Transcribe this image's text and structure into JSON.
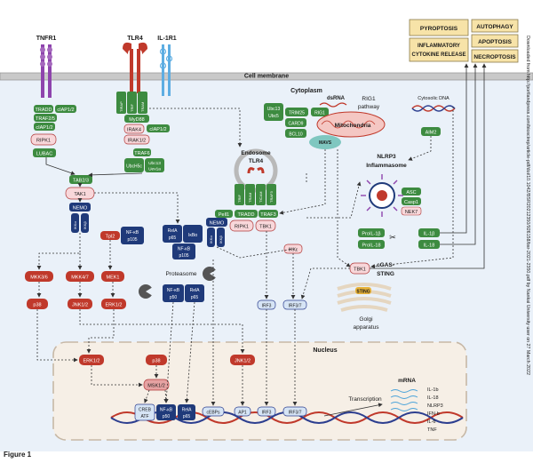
{
  "receptors": {
    "tnfr1": "TNFR1",
    "tlr4": "TLR4",
    "il1r1": "IL-1R1"
  },
  "outcomes": {
    "pyroptosis": "PYROPTOSIS",
    "inflammatory_1": "INFLAMMATORY",
    "inflammatory_2": "CYTOKINE RELEASE",
    "autophagy": "AUTOPHAGY",
    "apoptosis": "APOPTOSIS",
    "necroptosis": "NECROPTOSIS"
  },
  "labels": {
    "cell_membrane": "Cell membrane",
    "cytoplasm": "Cytoplasm",
    "nucleus": "Nucleus",
    "proteasome": "Proteasome",
    "endosome": "Endosome",
    "dsrna": "dsRNA",
    "rig1_pathway_1": "RIG1",
    "rig1_pathway_2": "pathway",
    "mitochondria": "Mitochondria",
    "cytosolic_dna": "Cytosolic DNA",
    "nlrp3_1": "NLRP3",
    "nlrp3_2": "Inflammasome",
    "cgas_1": "cGAS-",
    "cgas_2": "STING",
    "golgi_1": "Golgi",
    "golgi_2": "apparatus",
    "transcription": "Transcription",
    "mrna": "mRNA",
    "figure": "Figure 1"
  },
  "nodes": {
    "tradd_1": "TRADD",
    "tradd": "TRADD",
    "ciap12": "cIAP1/2",
    "traf25": "TRAF2/5",
    "ripk1": "RIPK1",
    "lubac": "LUBAC",
    "tirap": "TIRAP",
    "trif": "TRIF",
    "tram": "TRAM",
    "ticam": "TICAM",
    "myd88": "MyD88",
    "irak4": "IRAK4",
    "irak12": "IRAK1/2",
    "traf6": "TRAF6",
    "ubch5c": "UbcH5c",
    "ubc13": "Ubc13",
    "uev1a": "Uev1a",
    "ubc5": "Ubc5",
    "tab23": "TAB2/3",
    "tak1": "TAK1",
    "nemo": "NEMO",
    "ikk_a": "IKKα",
    "ikk_b": "IKKβ",
    "tpl2": "Tpl2",
    "nfkb": "NF-κB",
    "p105": "p105",
    "p50": "p50",
    "p65": "p65",
    "rela": "RelA",
    "ikba": "IκBα",
    "mkk36": "MKK3/6",
    "mkk47": "MKK4/7",
    "mek1": "MEK1",
    "p38": "p38",
    "jnk12": "JNK1/2",
    "erk12": "ERK1/2",
    "msk12": "MSK1/2",
    "pell1": "Pell1",
    "traf3": "TRAF3",
    "tbk1": "TBK1",
    "trim25": "TRIM25",
    "rig1": "RIG1",
    "card9": "CARD9",
    "bcl10": "BCL10",
    "mavs": "MAVS",
    "aim2": "AIM2",
    "asc": "ASC",
    "casp1": "Casp1",
    "nek7": "NEK7",
    "pro_il1b": "ProIL-1β",
    "pro_il18": "ProIL-18",
    "il1b": "IL-1β",
    "il18": "IL-18",
    "sting": "STING",
    "irf3": "IRF3",
    "irf37": "IRF3/7",
    "ikke": "IKKε",
    "creb": "CREB",
    "atf": "ATF",
    "cebp": "cEBPs",
    "ap1": "AP1"
  },
  "cytokines": [
    "IL-1b",
    "IL-18",
    "NLRP3",
    "IFN-b",
    "IL-6",
    "TNF"
  ],
  "watermark": "Downloaded from http://portlandpress.com/bioscirep/article-pdf/doi/10.1042/BSR20212350/926158/bsr-2021-2350.pdf by Nankai University user on 27 March 2022",
  "colors": {
    "green_node": "#3d8b40",
    "red_node": "#c0392b",
    "navy_node": "#1f3a7a",
    "pink_node": "#f8d7da",
    "outcome_box": "#f7e3a8",
    "cytoplasm": "#eaf1f9",
    "nucleus": "#f6efe6"
  }
}
